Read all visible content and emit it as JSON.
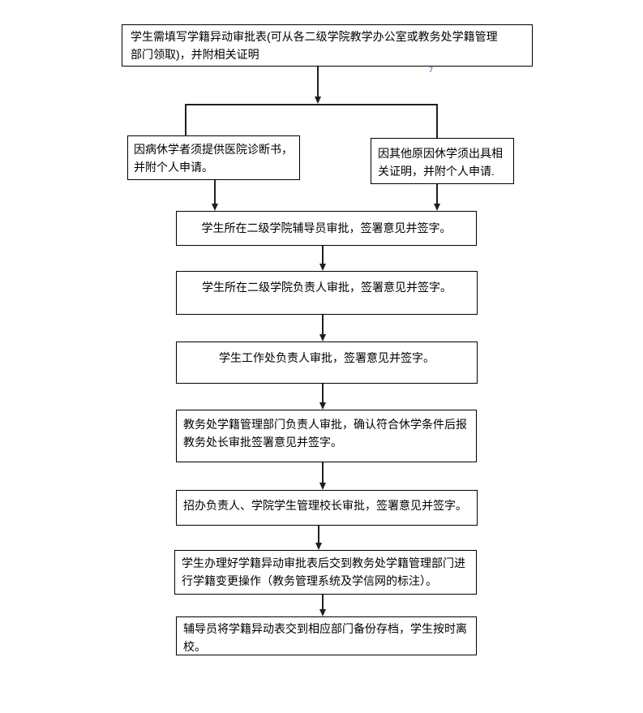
{
  "canvas": {
    "background": "#ffffff",
    "box_border_color": "#000000",
    "connector_color": "#1f1f1f",
    "annotation_color": "#4f90d1"
  },
  "annotation": {
    "text": "7"
  },
  "flowchart": {
    "nodes": [
      {
        "id": "application-form",
        "text": "学生需填写学籍异动审批表(可从各二级学院教学办公室或教务处学籍管理部门领取)，并附相关证明"
      },
      {
        "id": "medical-leave",
        "text": "因病休学者须提供医院诊断书，并附个人申请。"
      },
      {
        "id": "other-leave",
        "text": "因其他原因休学须出具相关证明，并附个人申请."
      },
      {
        "id": "counselor-review",
        "text": "学生所在二级学院辅导员审批，签署意见并签字。"
      },
      {
        "id": "college-head-review",
        "text": "学生所在二级学院负责人审批，签署意见并签字。"
      },
      {
        "id": "student-affairs-review",
        "text": "学生工作处负责人审批，签署意见并签字。"
      },
      {
        "id": "registrar-review",
        "text": "教务处学籍管理部门负责人审批，确认符合休学条件后报教务处长审批签署意见并签字。"
      },
      {
        "id": "admissions-review",
        "text": "招办负责人、学院学生管理校长审批，签署意见并签字。"
      },
      {
        "id": "status-change",
        "text": "学生办理好学籍异动审批表后交到教务处学籍管理部门进行学籍变更操作（教务管理系统及学信网的标注）。"
      },
      {
        "id": "archive-and-leave",
        "text": "辅导员将学籍异动表交到相应部门备份存档，学生按时离校。"
      }
    ],
    "edges": [
      {
        "from": "application-form",
        "to": "medical-leave"
      },
      {
        "from": "application-form",
        "to": "other-leave"
      },
      {
        "from": "medical-leave",
        "to": "counselor-review"
      },
      {
        "from": "other-leave",
        "to": "counselor-review"
      },
      {
        "from": "counselor-review",
        "to": "college-head-review"
      },
      {
        "from": "college-head-review",
        "to": "student-affairs-review"
      },
      {
        "from": "student-affairs-review",
        "to": "registrar-review"
      },
      {
        "from": "registrar-review",
        "to": "admissions-review"
      },
      {
        "from": "admissions-review",
        "to": "status-change"
      },
      {
        "from": "status-change",
        "to": "archive-and-leave"
      }
    ]
  }
}
